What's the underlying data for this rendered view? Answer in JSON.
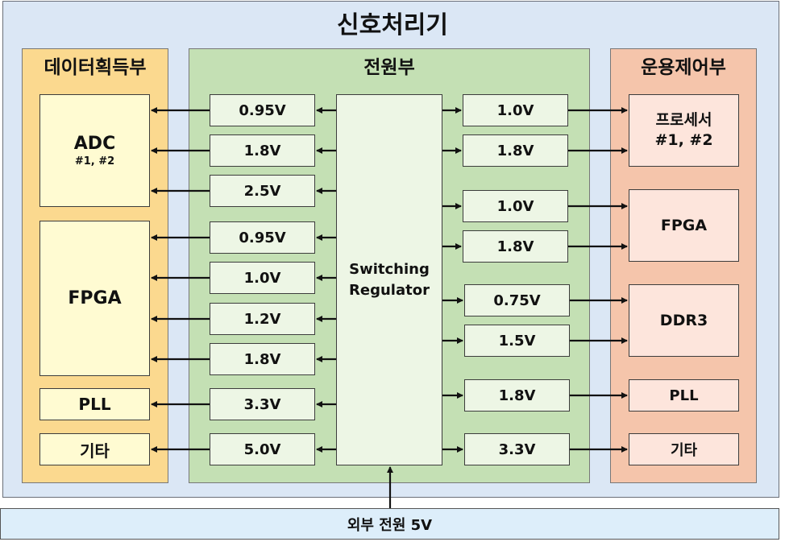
{
  "title": "신호처리기",
  "sections": {
    "daq": "데이터획득부",
    "power": "전원부",
    "ops": "운용제어부"
  },
  "left_devices": {
    "adc": "ADC",
    "adc_sub": "#1, #2",
    "fpga": "FPGA",
    "pll": "PLL",
    "etc": "기타"
  },
  "left_voltages": [
    "0.95V",
    "1.8V",
    "2.5V",
    "0.95V",
    "1.0V",
    "1.2V",
    "1.8V",
    "3.3V",
    "5.0V"
  ],
  "regulator": {
    "line1": "Switching",
    "line2": "Regulator"
  },
  "right_voltages": [
    "1.0V",
    "1.8V",
    "1.0V",
    "1.8V",
    "0.75V",
    "1.5V",
    "1.8V",
    "3.3V"
  ],
  "right_devices": {
    "proc_line1": "프로세서",
    "proc_line2": "#1, #2",
    "fpga": "FPGA",
    "ddr3": "DDR3",
    "pll": "PLL",
    "etc": "기타"
  },
  "external": "외부 전원 5V",
  "colors": {
    "background": "#dbe7f5",
    "daq": "#fbd98f",
    "power": "#c4e0b4",
    "ops": "#f5c5ab",
    "external": "#ddeefa"
  }
}
